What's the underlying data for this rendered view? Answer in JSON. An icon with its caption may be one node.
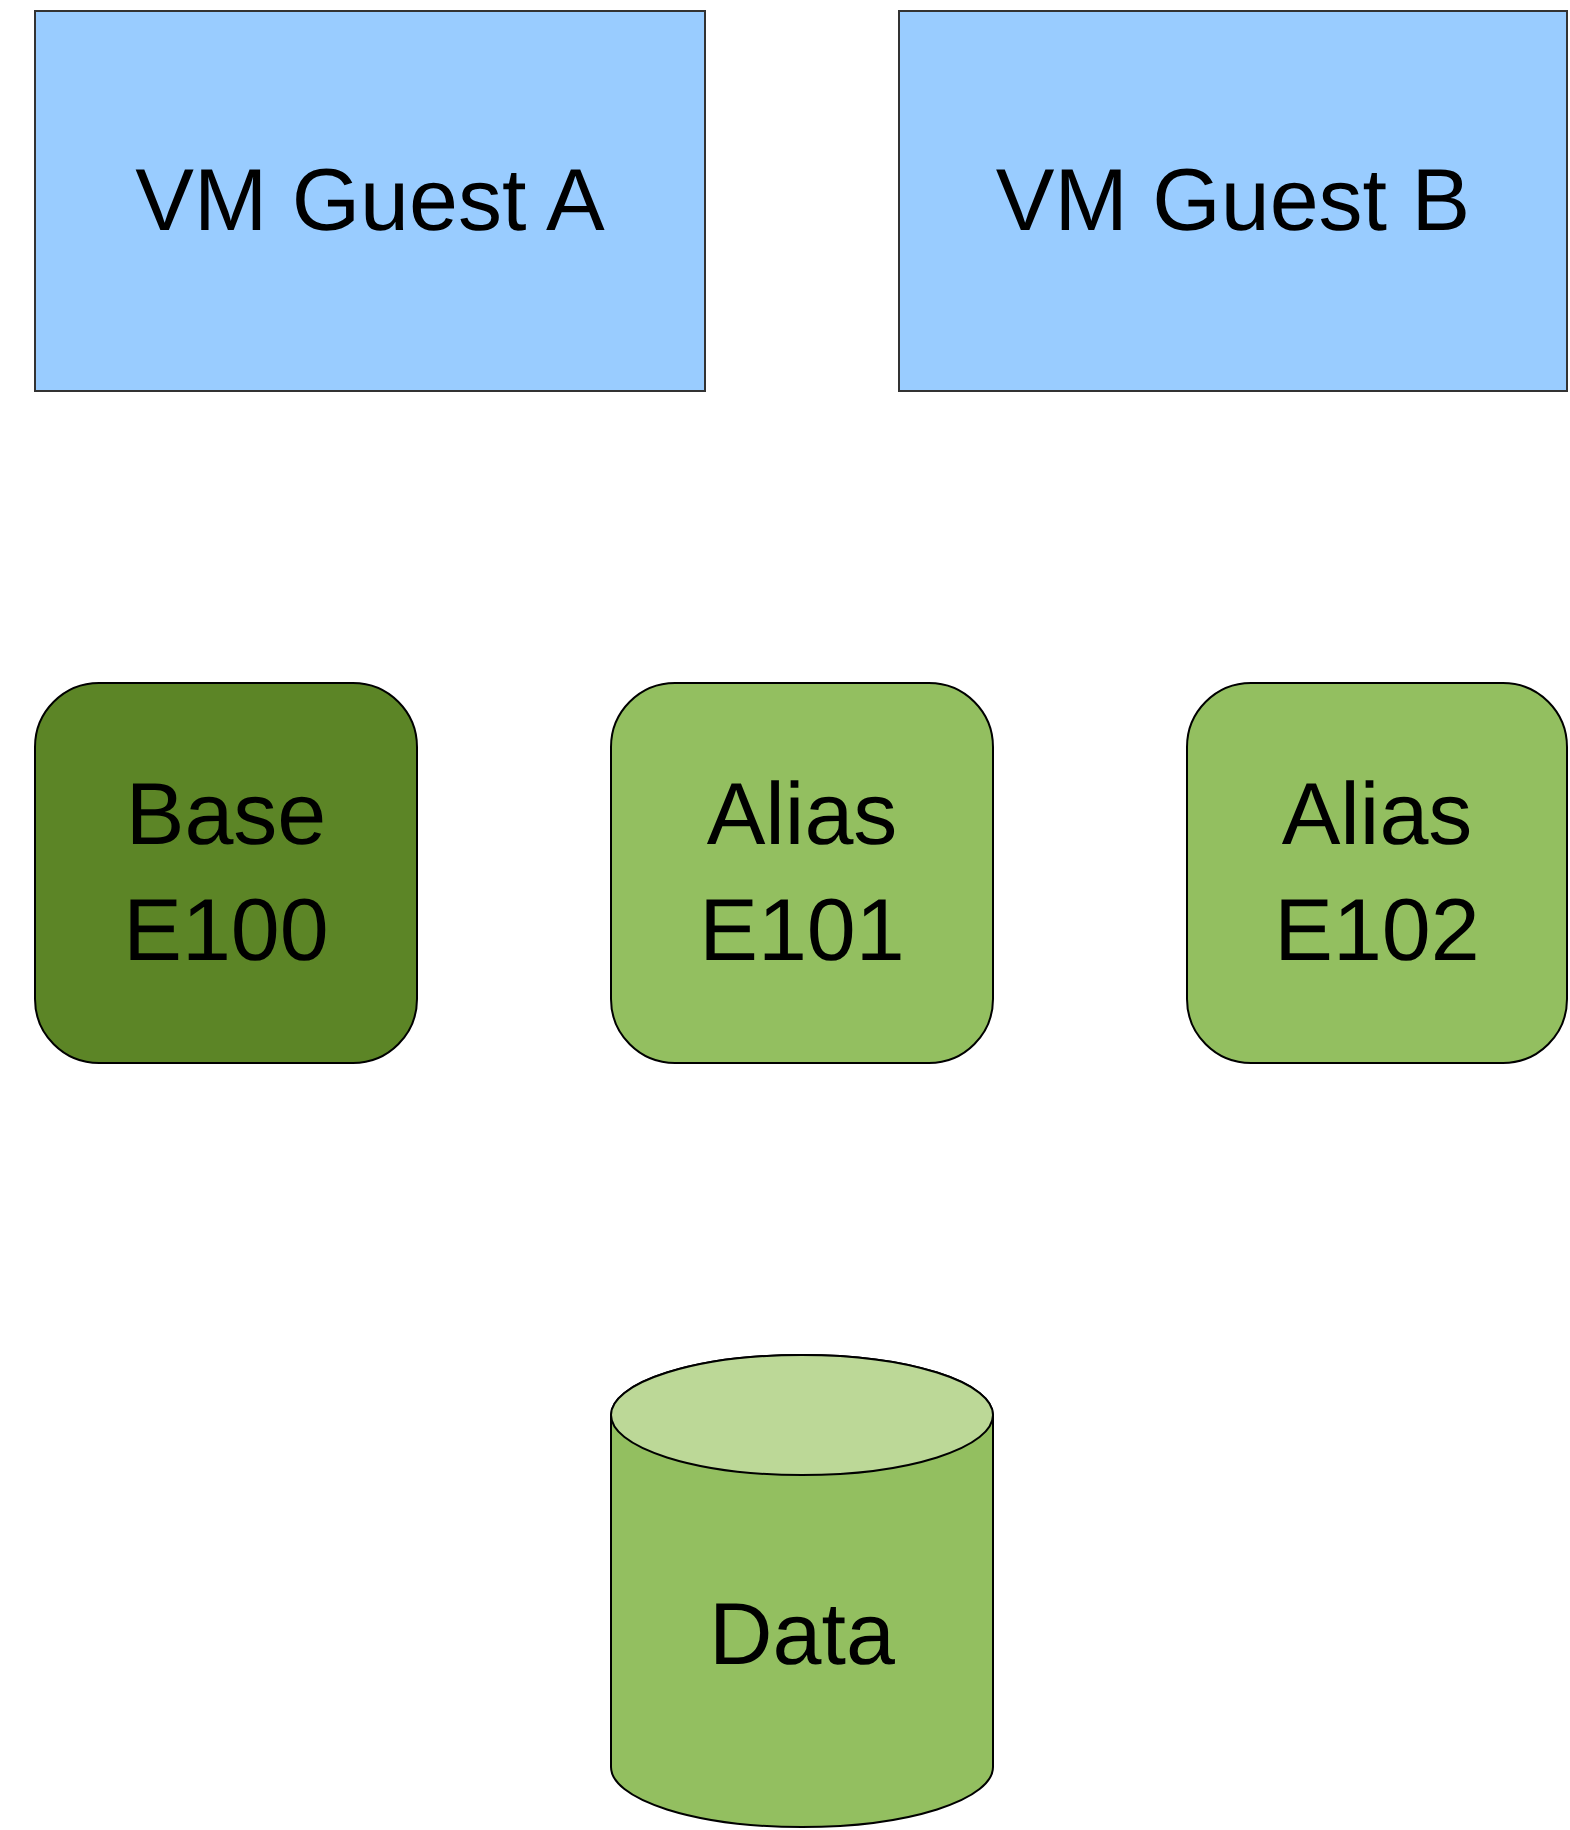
{
  "diagram": {
    "nodes": [
      {
        "text": [
          "VM Guest A"
        ]
      },
      {
        "text": [
          "VM Guest B"
        ]
      },
      {
        "text": [
          "Base E100"
        ]
      },
      {
        "text": [
          "Alias E101"
        ]
      },
      {
        "text": [
          "Alias E102"
        ]
      },
      {
        "text": [
          "Data"
        ]
      }
    ]
  }
}
